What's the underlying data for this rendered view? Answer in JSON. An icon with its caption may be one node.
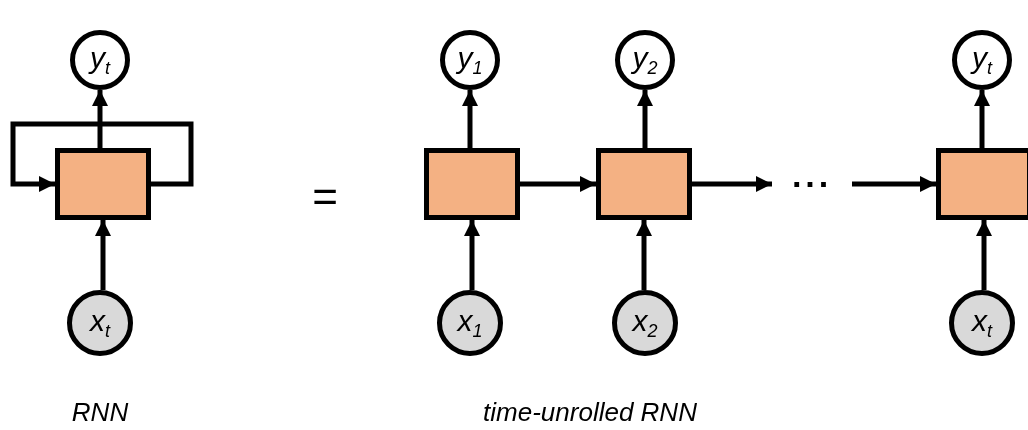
{
  "diagram": {
    "nodes": [
      {
        "text": [
          "y$_{t}$"
        ]
      },
      {
        "text": [],
        "shape": "box"
      },
      {
        "text": [
          "x$_{t}$"
        ]
      },
      {
        "text": [
          "y$_{1}$"
        ]
      },
      {
        "text": [
          "y$_{2}$"
        ]
      },
      {
        "text": [
          "y$_{t}$"
        ]
      },
      {
        "text": [],
        "shape": "box"
      },
      {
        "text": [],
        "shape": "box"
      },
      {
        "text": [
          "···"
        ]
      },
      {
        "text": [],
        "shape": "box"
      },
      {
        "text": [
          "x$_{1}$"
        ]
      },
      {
        "text": [
          "x$_{2}$"
        ]
      },
      {
        "text": [
          "x$_{t}$"
        ]
      }
    ],
    "edges": [
      {
        "from": 2,
        "to": 1,
        "arrow": "to"
      },
      {
        "from": 1,
        "to": 0,
        "arrow": "to"
      },
      {
        "from": 1,
        "to": 1,
        "arrow": "to"
      },
      {
        "from": 10,
        "to": 6,
        "arrow": "to"
      },
      {
        "from": 6,
        "to": 3,
        "arrow": "to"
      },
      {
        "from": 11,
        "to": 7,
        "arrow": "to"
      },
      {
        "from": 7,
        "to": 4,
        "arrow": "to"
      },
      {
        "from": 12,
        "to": 9,
        "arrow": "to"
      },
      {
        "from": 9,
        "to": 5,
        "arrow": "to"
      },
      {
        "from": 6,
        "to": 7,
        "arrow": "to"
      },
      {
        "from": 7,
        "to": 8,
        "arrow": "to"
      },
      {
        "from": 8,
        "to": 9,
        "arrow": "to"
      }
    ],
    "labels": [
      "=",
      "RNN",
      "time-unrolled RNN"
    ]
  }
}
